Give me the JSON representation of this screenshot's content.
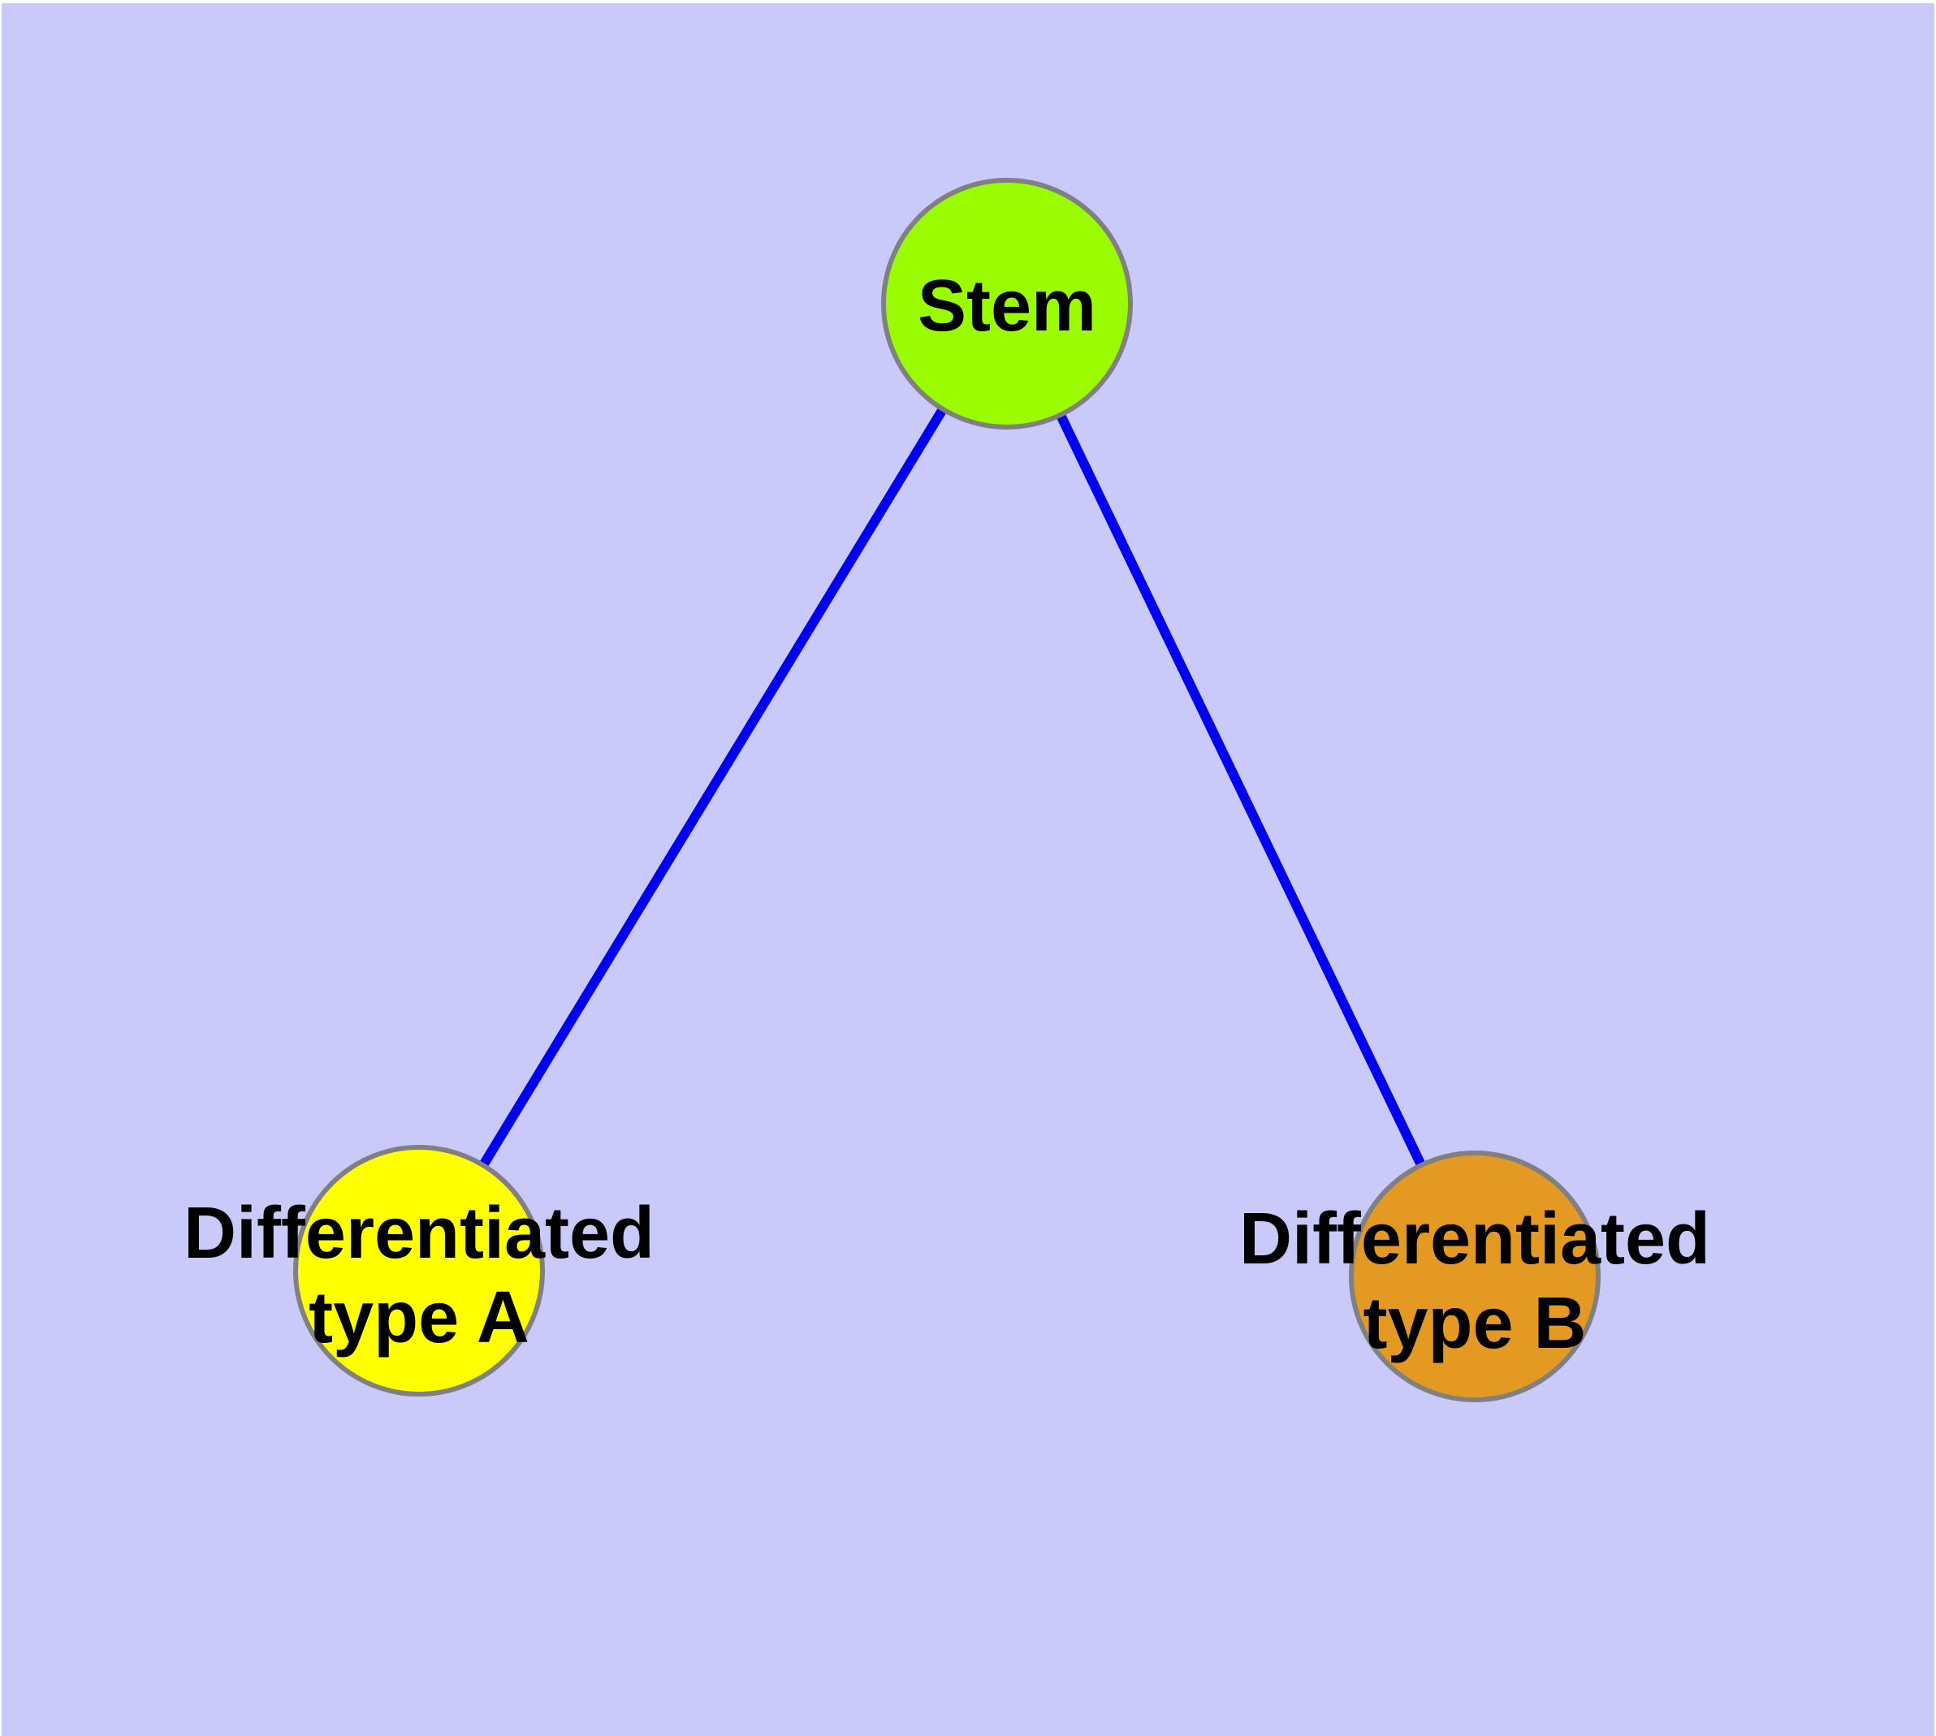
{
  "diagram": {
    "background_color": "#C9C9FA",
    "frame_color": "#FFFFFF",
    "edge_color": "#0000EE",
    "node_border_color": "#808080",
    "label_color": "#000000",
    "nodes": [
      {
        "id": "stem",
        "fill": "#9BFB00",
        "label": "Stem",
        "label_lines": [
          "Stem"
        ]
      },
      {
        "id": "differentiated-type-a",
        "fill": "#FFFF00",
        "label": "Differentiated type A",
        "label_lines": [
          "Differentiated",
          "type A"
        ]
      },
      {
        "id": "differentiated-type-b",
        "fill": "#E49922",
        "label": "Differentiated type B",
        "label_lines": [
          "Differentiated",
          "type B"
        ]
      }
    ],
    "edges": [
      {
        "source": "stem",
        "target": "differentiated-type-a"
      },
      {
        "source": "stem",
        "target": "differentiated-type-b"
      }
    ]
  }
}
